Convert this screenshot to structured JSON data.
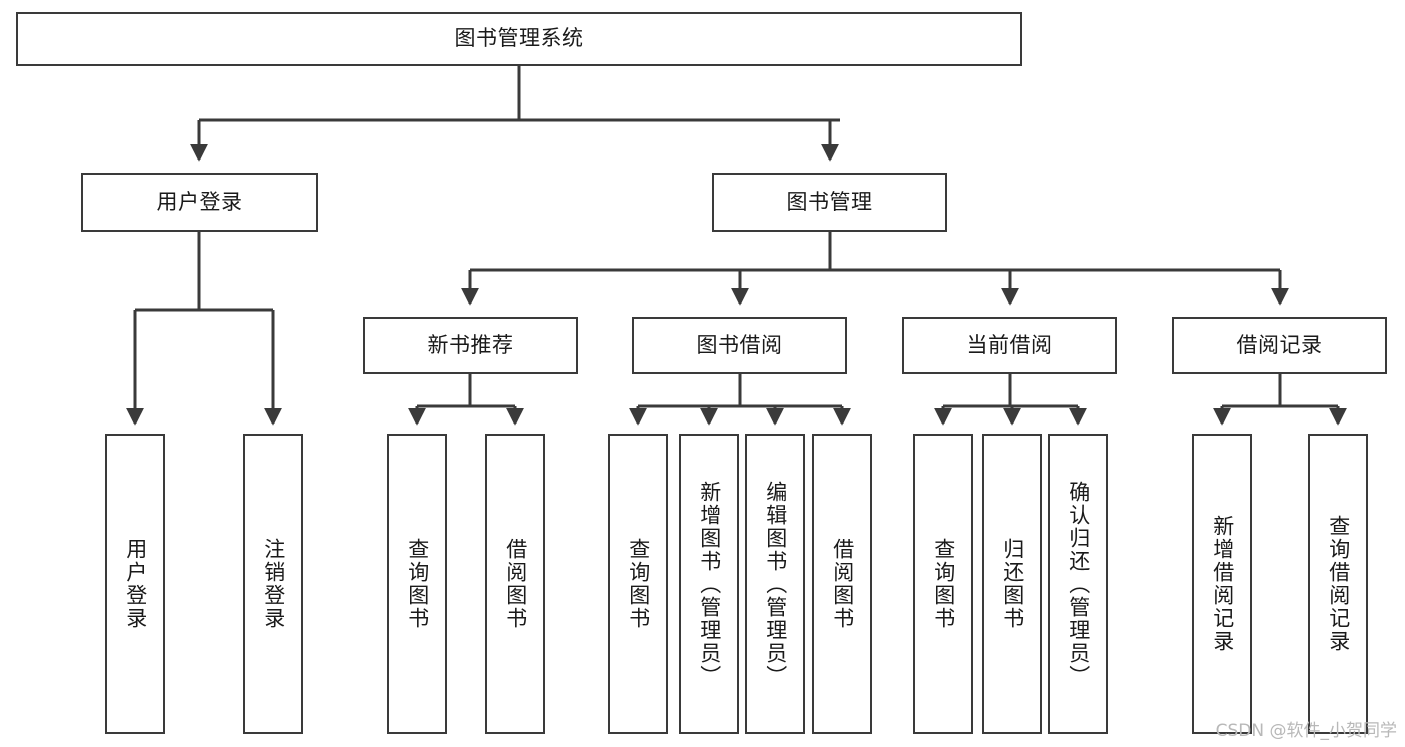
{
  "diagram": {
    "title": "图书管理系统",
    "watermark": "CSDN @软件_小贺同学",
    "stroke_color": "#3a3a3a",
    "text_color": "#1a1a1a",
    "background": "#ffffff",
    "root": {
      "label": "图书管理系统"
    },
    "level2": [
      {
        "label": "用户登录"
      },
      {
        "label": "图书管理"
      }
    ],
    "level3": [
      {
        "label": "新书推荐"
      },
      {
        "label": "图书借阅"
      },
      {
        "label": "当前借阅"
      },
      {
        "label": "借阅记录"
      }
    ],
    "leaves": {
      "user_login": [
        {
          "label": "用户登录"
        },
        {
          "label": "注销登录"
        }
      ],
      "new_book_recommend": [
        {
          "label": "查询图书"
        },
        {
          "label": "借阅图书"
        }
      ],
      "book_borrow": [
        {
          "label": "查询图书"
        },
        {
          "label": "新增图书（管理员）"
        },
        {
          "label": "编辑图书（管理员）"
        },
        {
          "label": "借阅图书"
        }
      ],
      "current_borrow": [
        {
          "label": "查询图书"
        },
        {
          "label": "归还图书"
        },
        {
          "label": "确认归还（管理员）"
        }
      ],
      "borrow_record": [
        {
          "label": "新增借阅记录"
        },
        {
          "label": "查询借阅记录"
        }
      ]
    }
  }
}
